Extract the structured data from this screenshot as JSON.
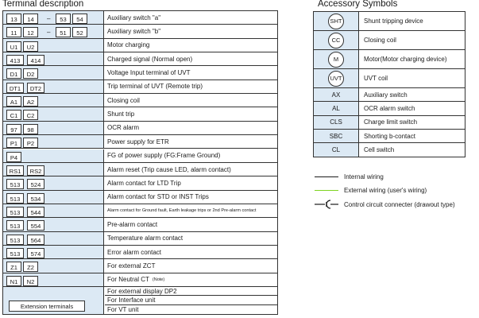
{
  "terminal_title": "Terminal description",
  "accessory_title": "Accessory Symbols",
  "terminals": [
    {
      "codes": [
        "13",
        "14",
        "53",
        "54"
      ],
      "desc": "Auxiliary switch \"a\""
    },
    {
      "codes": [
        "11",
        "12",
        "51",
        "52"
      ],
      "desc": "Auxiliary switch \"b\""
    },
    {
      "codes": [
        "U1",
        "U2"
      ],
      "desc": "Motor charging"
    },
    {
      "codes": [
        "413",
        "414"
      ],
      "desc": "Charged signal (Normal open)"
    },
    {
      "codes": [
        "D1",
        "D2"
      ],
      "desc": "Voltage Input terminal of UVT"
    },
    {
      "codes": [
        "DT1",
        "DT2"
      ],
      "desc": "Trip terminal of UVT (Remote trip)"
    },
    {
      "codes": [
        "A1",
        "A2"
      ],
      "desc": "Closing coil"
    },
    {
      "codes": [
        "C1",
        "C2"
      ],
      "desc": "Shunt trip"
    },
    {
      "codes": [
        "97",
        "98"
      ],
      "desc": "OCR alarm"
    },
    {
      "codes": [
        "P1",
        "P2"
      ],
      "desc": "Power supply for ETR"
    },
    {
      "codes": [
        "P4"
      ],
      "desc": "FG of power supply (FG:Frame Ground)"
    },
    {
      "codes": [
        "RS1",
        "RS2"
      ],
      "desc": "Alarm reset (Trip cause LED, alarm contact)"
    },
    {
      "codes": [
        "513",
        "524"
      ],
      "desc": "Alarm contact for LTD Trip"
    },
    {
      "codes": [
        "513",
        "534"
      ],
      "desc": "Alarm contact for STD or INST Trips"
    },
    {
      "codes": [
        "513",
        "544"
      ],
      "desc": "Alarm contact for Ground fault, Earth leakage trips or 2nd Pre-alarm contact"
    },
    {
      "codes": [
        "513",
        "554"
      ],
      "desc": "Pre-alarm contact"
    },
    {
      "codes": [
        "513",
        "564"
      ],
      "desc": "Temperature alarm contact"
    },
    {
      "codes": [
        "513",
        "574"
      ],
      "desc": "Error alarm contact"
    },
    {
      "codes": [
        "Z1",
        "Z2"
      ],
      "desc": "For external ZCT"
    },
    {
      "codes": [
        "N1",
        "N2"
      ],
      "desc": "For Neutral CT",
      "note": "(Note)"
    }
  ],
  "extension": {
    "label": "Extension terminals",
    "items": [
      "For external display DP2",
      "For Interface unit",
      "For VT unit"
    ]
  },
  "accessories": [
    {
      "symbol": "SHT",
      "circle": true,
      "desc": "Shunt tripping device"
    },
    {
      "symbol": "CC",
      "circle": true,
      "desc": "Closing coil"
    },
    {
      "symbol": "M",
      "circle": true,
      "desc": "Motor(Motor charging device)"
    },
    {
      "symbol": "UVT",
      "circle": true,
      "desc": "UVT coil"
    },
    {
      "symbol": "AX",
      "circle": false,
      "desc": "Auxiliary switch"
    },
    {
      "symbol": "AL",
      "circle": false,
      "desc": "OCR alarm switch"
    },
    {
      "symbol": "CLS",
      "circle": false,
      "desc": "Charge limit switch"
    },
    {
      "symbol": "SBC",
      "circle": false,
      "desc": "Shorting b-contact"
    },
    {
      "symbol": "CL",
      "circle": false,
      "desc": "Cell switch"
    }
  ],
  "legend": [
    {
      "kind": "internal",
      "color": "#1a1a1a",
      "label": "Internal wiring"
    },
    {
      "kind": "external",
      "color": "#7ed321",
      "label": "External wiring (user's wiring)"
    },
    {
      "kind": "connector",
      "color": "#1a1a1a",
      "label": "Control circuit connecter (drawout type)"
    }
  ]
}
